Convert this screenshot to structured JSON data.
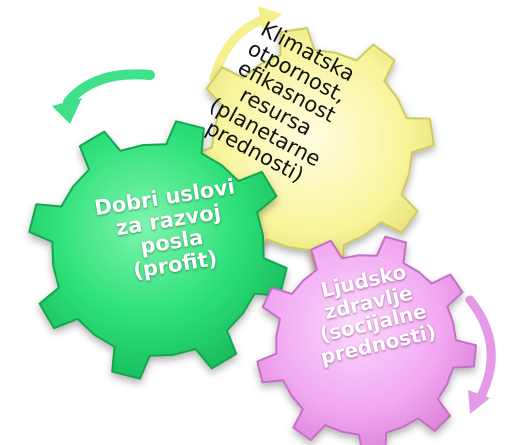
{
  "gears": [
    {
      "id": "profit",
      "lines": [
        "Dobri uslovi",
        "za razvoj",
        "posla",
        "(profit)"
      ],
      "color": "#2ee07a"
    },
    {
      "id": "planet",
      "lines": [
        "Klimatska",
        "otpornost,",
        "efikasnost",
        "resursa",
        "(planetarne",
        "prednosti)"
      ],
      "color": "#f7f49a"
    },
    {
      "id": "people",
      "lines": [
        "Ljudsko",
        "zdravlje",
        "(socijalne",
        "prednosti)"
      ],
      "color": "#f2a8f2"
    }
  ]
}
